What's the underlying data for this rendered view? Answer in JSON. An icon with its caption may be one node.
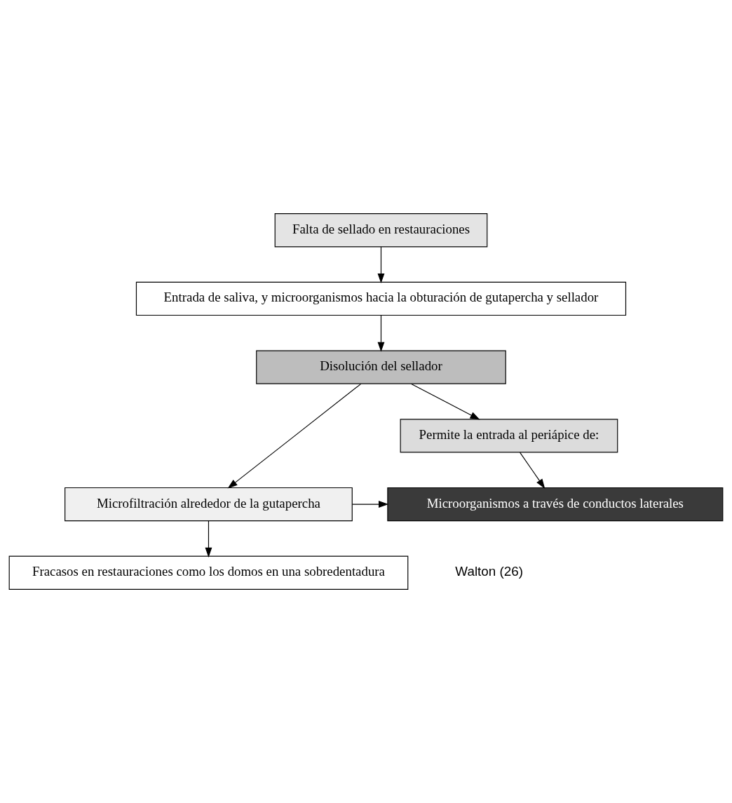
{
  "diagram": {
    "nodes": [
      {
        "text": [
          "Falta de sellado en restauraciones"
        ]
      },
      {
        "text": [
          "Entrada de saliva, y microorganismos hacia la obturación de gutapercha y sellador"
        ]
      },
      {
        "text": [
          "Disolución del sellador"
        ]
      },
      {
        "text": [
          "Permite la entrada al periápice de:"
        ]
      },
      {
        "text": [
          "Microorganismos a través de conductos laterales"
        ]
      },
      {
        "text": [
          "Microfiltración alrededor de la gutapercha"
        ]
      },
      {
        "text": [
          "Fracasos en restauraciones como los domos en una sobredentadura"
        ]
      }
    ],
    "edges": [
      {
        "from": 0,
        "to": 1,
        "arrow": "to"
      },
      {
        "from": 1,
        "to": 2,
        "arrow": "to"
      },
      {
        "from": 2,
        "to": 3,
        "arrow": "to"
      },
      {
        "from": 2,
        "to": 5,
        "arrow": "to"
      },
      {
        "from": 3,
        "to": 4,
        "arrow": "to"
      },
      {
        "from": 5,
        "to": 4,
        "arrow": "to"
      },
      {
        "from": 5,
        "to": 6,
        "arrow": "to"
      }
    ],
    "labels": [
      "Walton (26)"
    ]
  }
}
